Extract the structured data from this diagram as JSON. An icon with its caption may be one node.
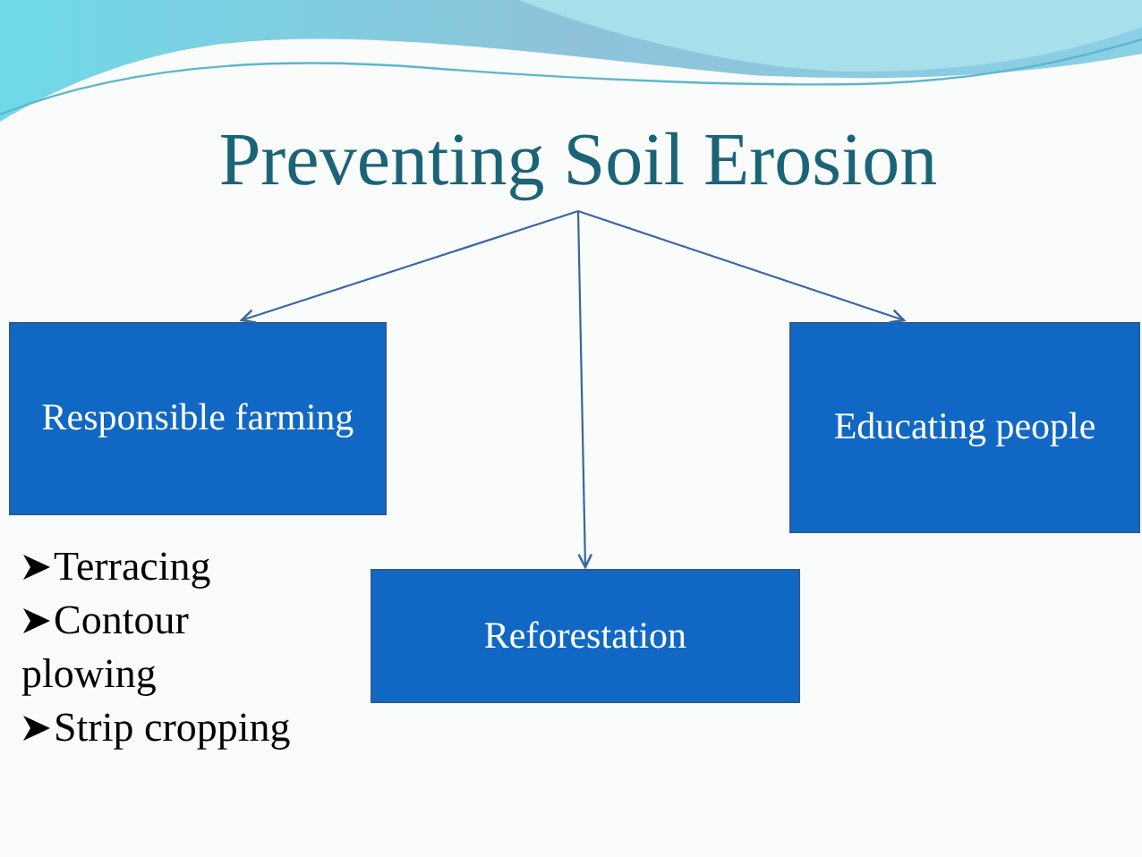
{
  "diagram": {
    "nodes": [
      {
        "text": [
          "Preventing Soil Erosion"
        ]
      },
      {
        "text": [
          "Responsible farming"
        ]
      },
      {
        "text": [
          "Educating people"
        ]
      },
      {
        "text": [
          "Reforestation"
        ]
      }
    ],
    "edges": [
      {
        "from": 0,
        "to": 1,
        "arrow": "to"
      },
      {
        "from": 0,
        "to": 3,
        "arrow": "to"
      },
      {
        "from": 0,
        "to": 2,
        "arrow": "to"
      }
    ],
    "labels": [
      "Terracing",
      "Contour plowing",
      "Strip cropping"
    ]
  }
}
